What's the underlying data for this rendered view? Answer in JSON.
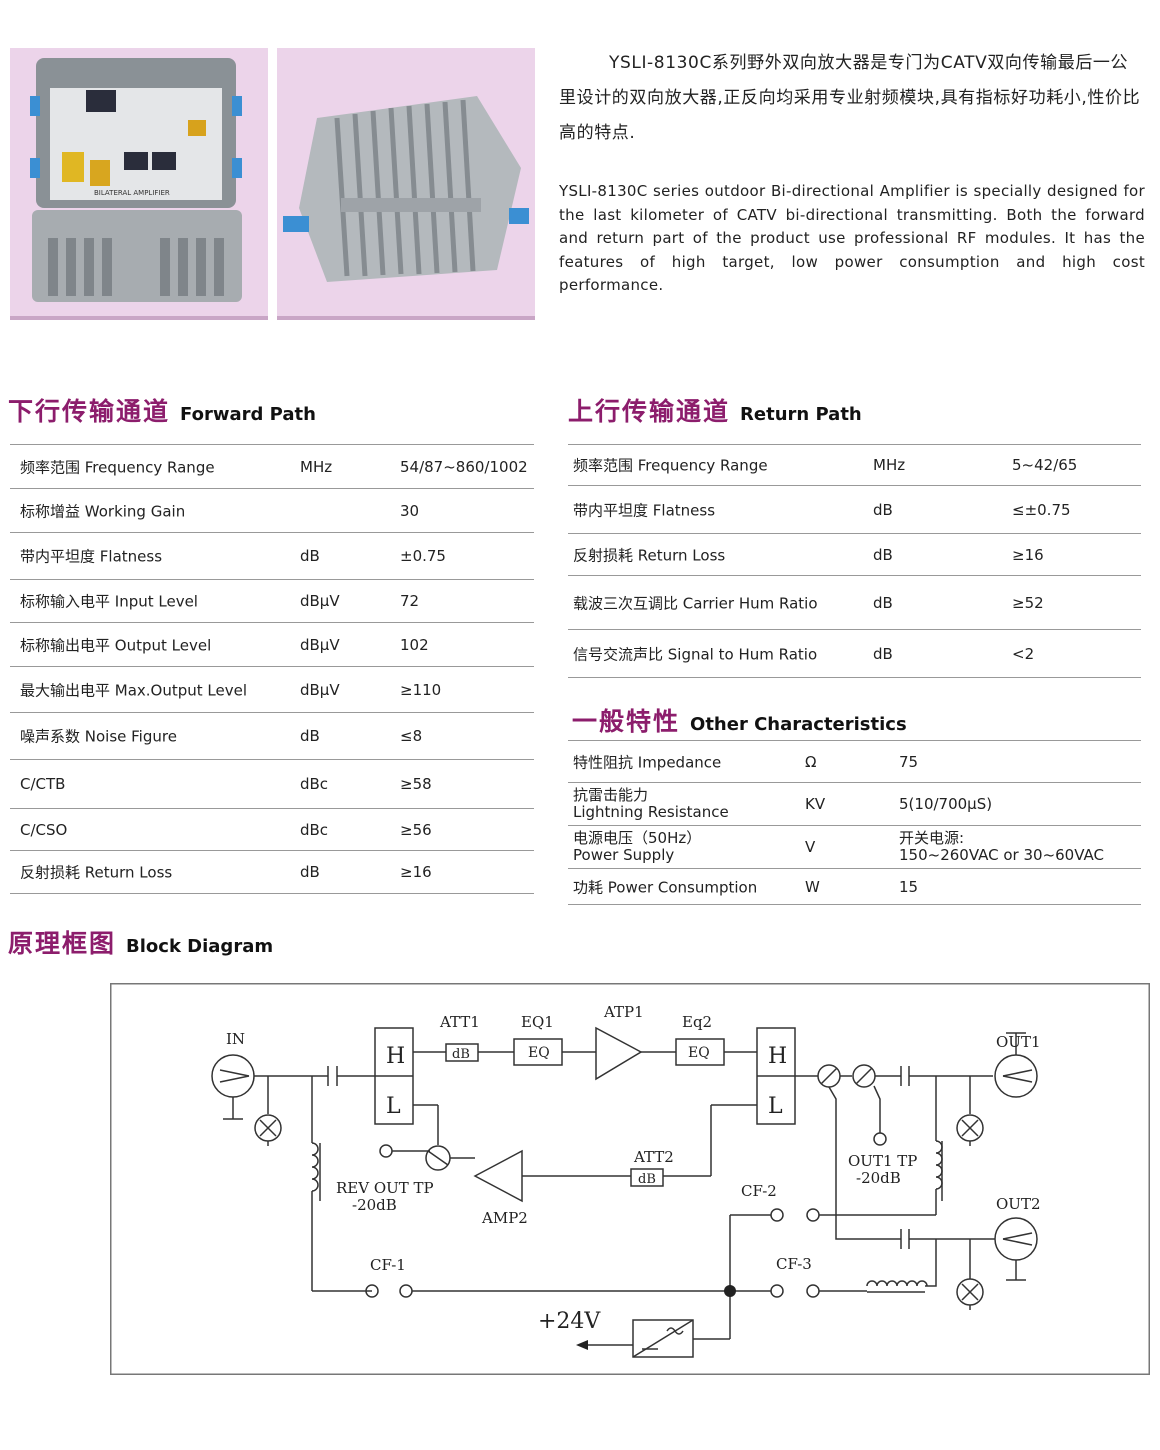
{
  "intro": {
    "cn": "YSLI-8130C系列野外双向放大器是专门为CATV双向传输最后一公里设计的双向放大器,正反向均采用专业射频模块,具有指标好功耗小,性价比高的特点.",
    "en": "YSLI-8130C series outdoor Bi-directional Amplifier is specially designed for the last kilometer of CATV bi-directional transmitting. Both the forward and return part of the product use professional RF modules. It has the features of high target, low power consumption and high cost performance."
  },
  "photo_label": "BILATERAL AMPLIFIER",
  "forward": {
    "title_cn": "下行传输通道",
    "title_en": "Forward Path",
    "rows": [
      {
        "label": "频率范围  Frequency Range",
        "unit": "MHz",
        "value": "54/87~860/1002"
      },
      {
        "label": "标称增益  Working Gain",
        "unit": "",
        "value": "30"
      },
      {
        "label": "带内平坦度  Flatness",
        "unit": "dB",
        "value": "±0.75"
      },
      {
        "label": "标称输入电平  Input Level",
        "unit": "dBμV",
        "value": "72"
      },
      {
        "label": "标称输出电平   Output Level",
        "unit": "dBμV",
        "value": "102"
      },
      {
        "label": "最大输出电平 Max.Output Level",
        "unit": "dBμV",
        "value": "≥110"
      },
      {
        "label": "噪声系数  Noise Figure",
        "unit": "dB",
        "value": "≤8"
      },
      {
        "label": "C/CTB",
        "unit": "dBc",
        "value": "≥58"
      },
      {
        "label": "C/CSO",
        "unit": "dBc",
        "value": "≥56"
      },
      {
        "label": "反射损耗  Return Loss",
        "unit": "dB",
        "value": "≥16"
      }
    ]
  },
  "return_path": {
    "title_cn": "上行传输通道",
    "title_en": "Return Path",
    "rows": [
      {
        "label": "频率范围 Frequency Range",
        "unit": "MHz",
        "value": "5~42/65"
      },
      {
        "label": "带内平坦度  Flatness",
        "unit": "dB",
        "value": "≤±0.75"
      },
      {
        "label": "反射损耗  Return Loss",
        "unit": "dB",
        "value": "≥16"
      },
      {
        "label": "载波三次互调比 Carrier Hum Ratio",
        "unit": "dB",
        "value": "≥52"
      },
      {
        "label": "信号交流声比  Signal to Hum Ratio",
        "unit": "dB",
        "value": "<2"
      }
    ]
  },
  "other": {
    "title_cn": "一般特性",
    "title_en": "Other Characteristics",
    "rows": [
      {
        "label": "特性阻抗  Impedance",
        "unit": "Ω",
        "value": "75"
      },
      {
        "label": "抗雷击能力\nLightning Resistance",
        "unit": "KV",
        "value": "5(10/700μS)"
      },
      {
        "label": "电源电压（50Hz）\nPower Supply",
        "unit": "V",
        "value": "开关电源:\n150~260VAC or 30~60VAC"
      },
      {
        "label": "功耗 Power Consumption",
        "unit": "W",
        "value": "15"
      }
    ]
  },
  "block": {
    "title_cn": "原理框图",
    "title_en": "Block Diagram",
    "labels": {
      "in": "IN",
      "out1": "OUT1",
      "out2": "OUT2",
      "h": "H",
      "l": "L",
      "att1": "ATT1",
      "eq1": "EQ1",
      "atp1": "ATP1",
      "eq2": "Eq2",
      "att2": "ATT2",
      "amp2": "AMP2",
      "db": "dB",
      "eq": "EQ",
      "rev_tp1": "REV OUT TP",
      "rev_tp2": "-20dB",
      "out1_tp1": "OUT1 TP",
      "out1_tp2": "-20dB",
      "cf1": "CF-1",
      "cf2": "CF-2",
      "cf3": "CF-3",
      "v24": "+24V"
    }
  }
}
